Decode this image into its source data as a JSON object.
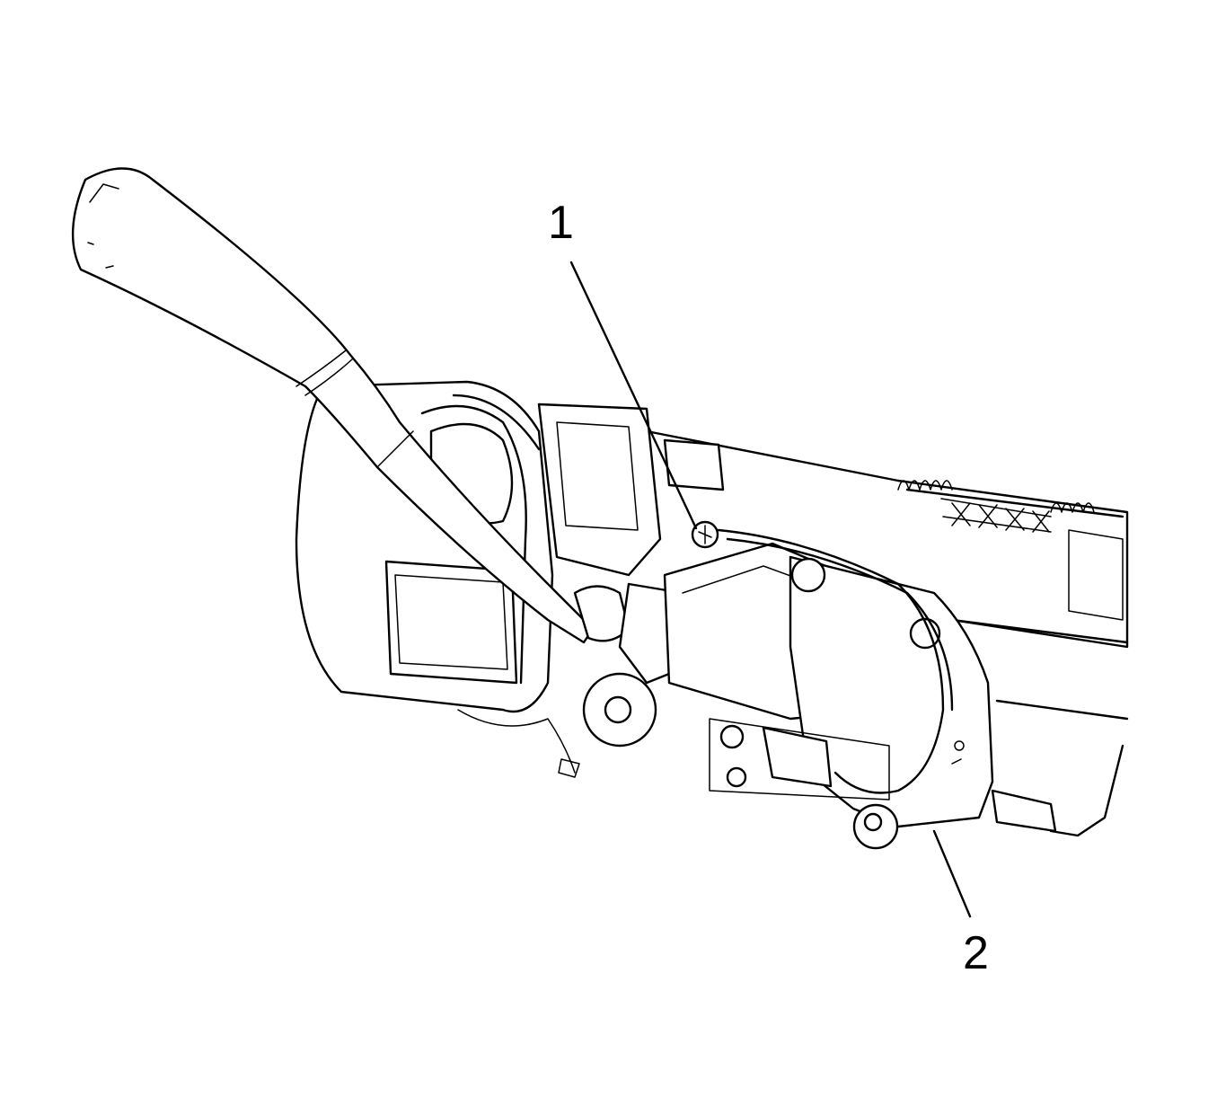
{
  "figure": {
    "callouts": [
      {
        "id": "1",
        "text": "1"
      },
      {
        "id": "2",
        "text": "2"
      }
    ]
  }
}
